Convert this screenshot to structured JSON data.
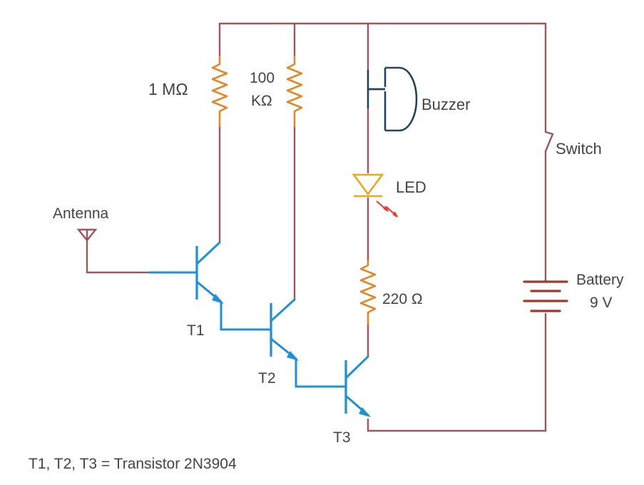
{
  "labels": {
    "r1": "1 MΩ",
    "r2_top": "100",
    "r2_bottom": "KΩ",
    "buzzer": "Buzzer",
    "switch": "Switch",
    "led": "LED",
    "antenna": "Antenna",
    "r3": "220 Ω",
    "battery_top": "Battery",
    "battery_bottom": "9 V",
    "t1": "T1",
    "t2": "T2",
    "t3": "T3",
    "footnote": "T1, T2, T3 = Transistor 2N3904"
  },
  "colors": {
    "wire": "#a0545c",
    "resistor": "#e0892b",
    "transistor": "#1e90d6",
    "battery": "#9a3b2e",
    "buzzer": "#24445c",
    "led": "#e8a91f",
    "led_rays": "#e83b2e",
    "text": "#444444"
  },
  "icons": {
    "antenna": "antenna-icon",
    "buzzer": "buzzer-icon",
    "led": "led-icon",
    "switch": "switch-icon",
    "battery": "battery-icon"
  }
}
